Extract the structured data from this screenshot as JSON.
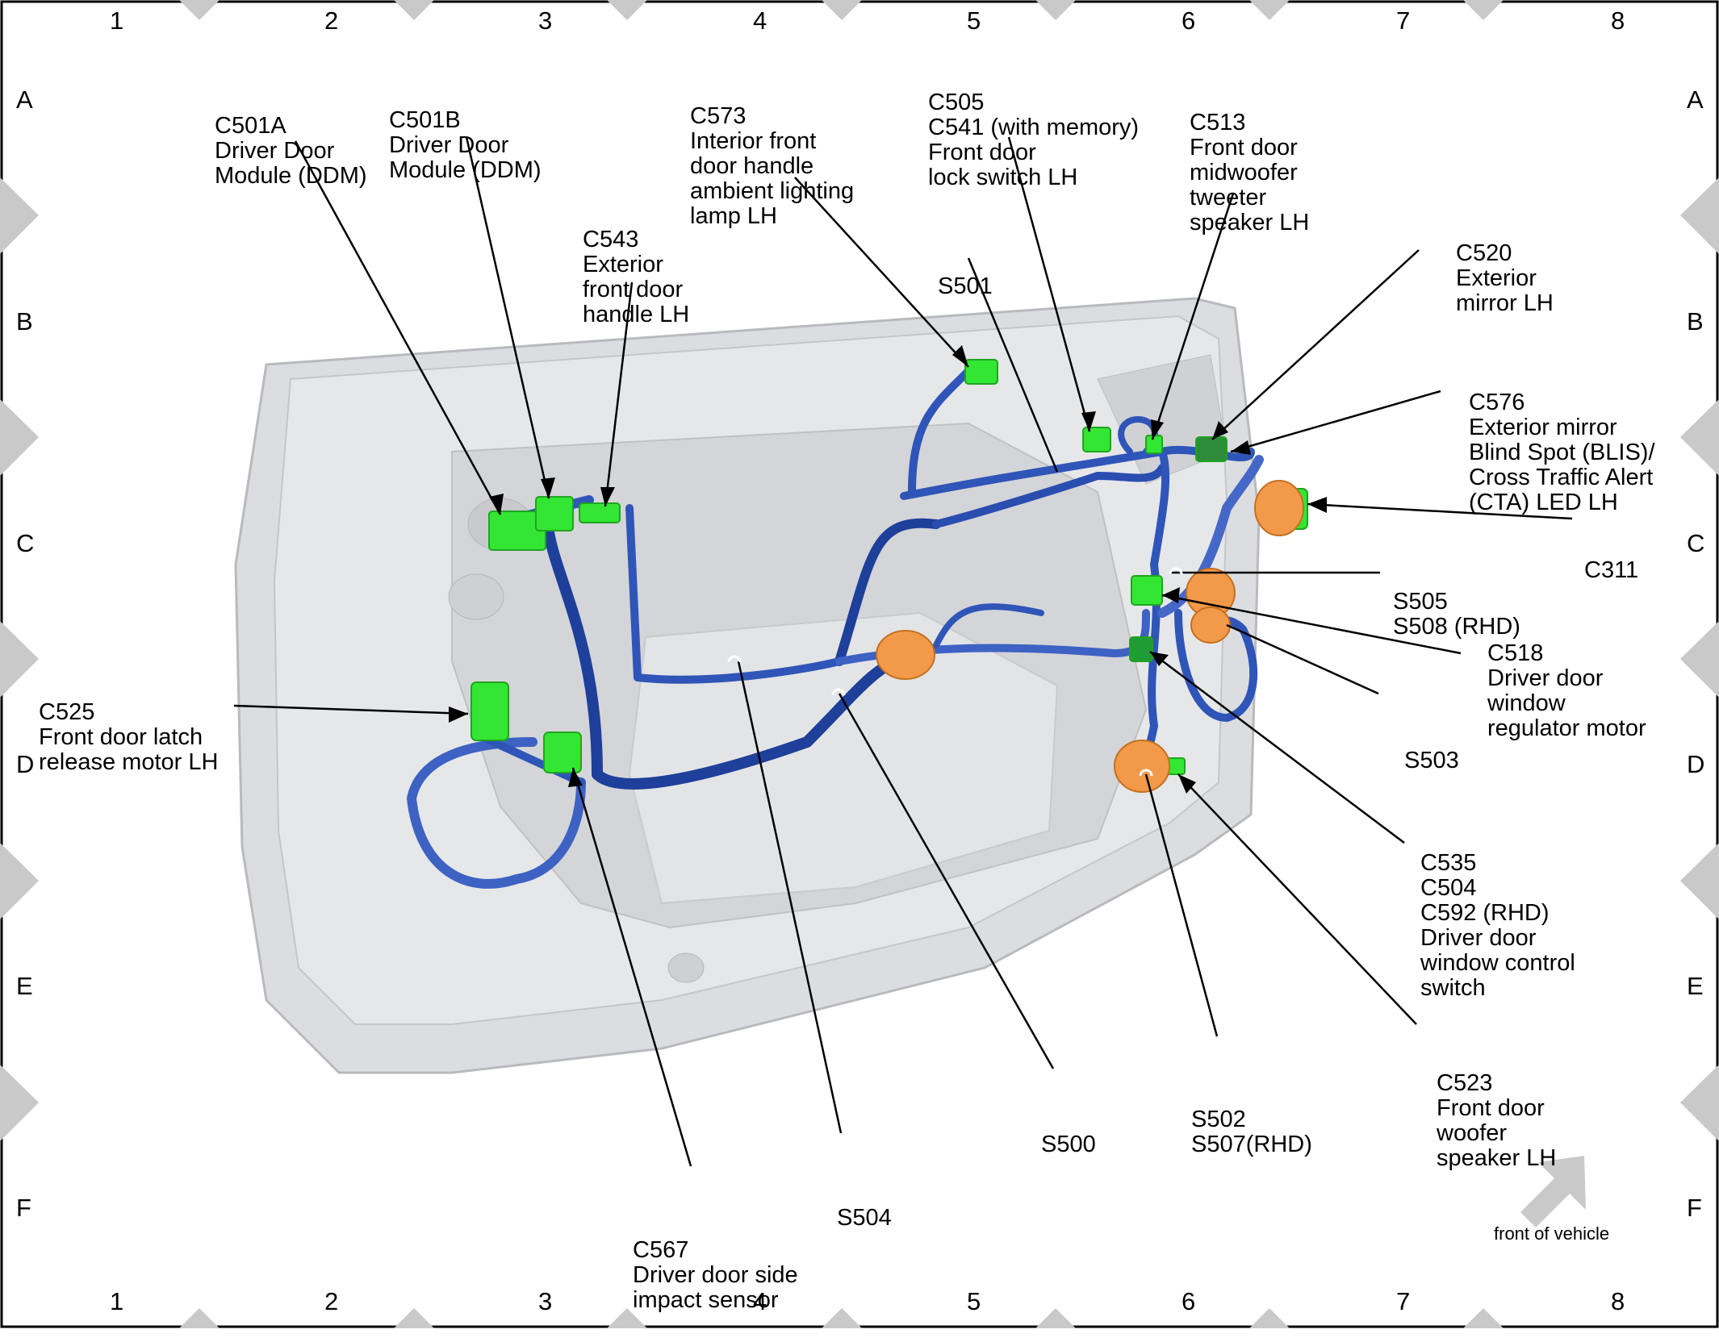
{
  "grid": {
    "columns": [
      "1",
      "2",
      "3",
      "4",
      "5",
      "6",
      "7",
      "8"
    ],
    "rows": [
      "A",
      "B",
      "C",
      "D",
      "E",
      "F"
    ]
  },
  "callouts": [
    {
      "id": "c501a",
      "lines": [
        "C501A",
        "Driver Door",
        "Module (DDM)"
      ]
    },
    {
      "id": "c501b",
      "lines": [
        "C501B",
        "Driver Door",
        "Module (DDM)"
      ]
    },
    {
      "id": "c543",
      "lines": [
        "C543",
        "Exterior",
        "front door",
        "handle LH"
      ]
    },
    {
      "id": "c573",
      "lines": [
        "C573",
        "Interior front",
        "door handle",
        "ambient lighting",
        "lamp LH"
      ]
    },
    {
      "id": "c505",
      "lines": [
        "C505",
        "C541 (with memory)",
        "Front door",
        "lock switch LH"
      ]
    },
    {
      "id": "s501",
      "lines": [
        "S501"
      ]
    },
    {
      "id": "c513",
      "lines": [
        "C513",
        "Front door",
        "midwoofer",
        "tweeter",
        "speaker LH"
      ]
    },
    {
      "id": "c520",
      "lines": [
        "C520",
        "Exterior",
        "mirror LH"
      ]
    },
    {
      "id": "c576",
      "lines": [
        "C576",
        "Exterior mirror",
        "Blind Spot (BLIS)/",
        "Cross Traffic Alert",
        "(CTA) LED LH"
      ]
    },
    {
      "id": "c311",
      "lines": [
        "C311"
      ]
    },
    {
      "id": "s505",
      "lines": [
        "S505",
        "S508 (RHD)"
      ]
    },
    {
      "id": "c518",
      "lines": [
        "C518",
        "Driver door",
        "window",
        "regulator motor"
      ]
    },
    {
      "id": "s503",
      "lines": [
        "S503"
      ]
    },
    {
      "id": "c535",
      "lines": [
        "C535",
        "C504",
        "C592 (RHD)",
        "Driver door",
        "window control",
        "switch"
      ]
    },
    {
      "id": "c523",
      "lines": [
        "C523",
        "Front door",
        "woofer",
        "speaker LH"
      ]
    },
    {
      "id": "s502",
      "lines": [
        "S502",
        "S507(RHD)"
      ]
    },
    {
      "id": "s500",
      "lines": [
        "S500"
      ]
    },
    {
      "id": "s504",
      "lines": [
        "S504"
      ]
    },
    {
      "id": "c567",
      "lines": [
        "C567",
        "Driver door side",
        "impact sensor"
      ]
    },
    {
      "id": "c525",
      "lines": [
        "C525",
        "Front door latch",
        "release motor LH"
      ]
    }
  ],
  "legend": {
    "front_label": "front of vehicle",
    "icon": "arrow-up-right-icon"
  },
  "colors": {
    "harness": "#2f55b8",
    "connector": "#33e633",
    "splice": "#f39a4a",
    "door": "#d9dadc",
    "marker": "#c9c9c9"
  }
}
